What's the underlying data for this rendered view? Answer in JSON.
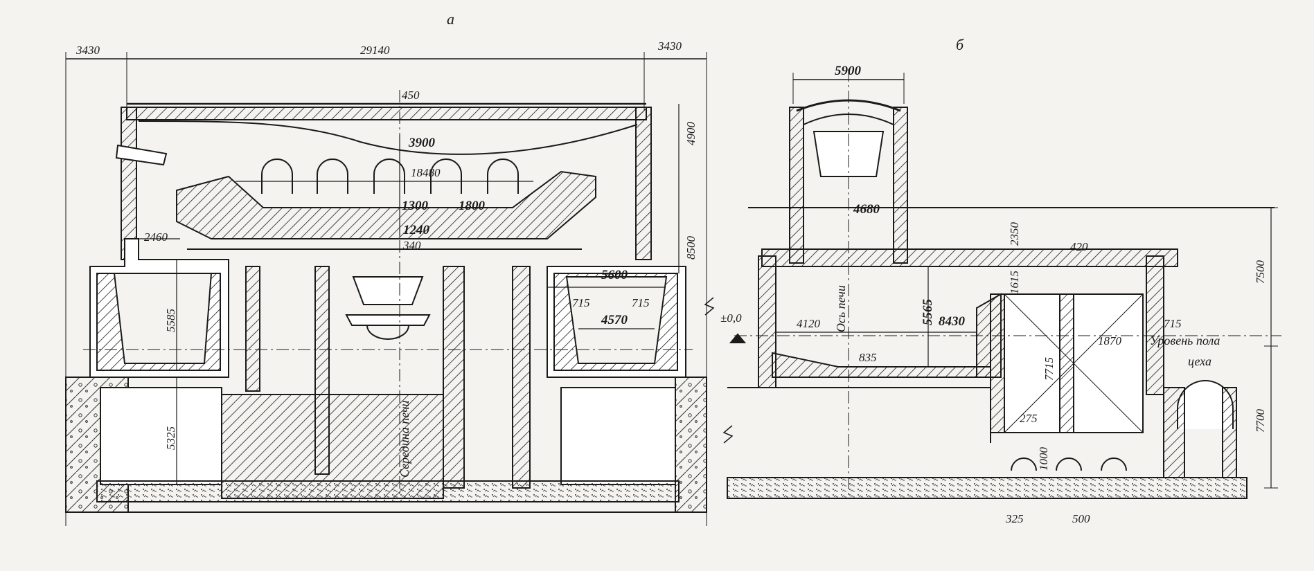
{
  "views": {
    "a": {
      "caption": "а",
      "overall_dims": [
        "3430",
        "29140",
        "3430"
      ],
      "dims": {
        "d450": "450",
        "d3900": "3900",
        "d18480": "18480",
        "d1300": "1300",
        "d1800": "1800",
        "d1240": "1240",
        "d340": "340",
        "d2460": "2460",
        "d4900": "4900",
        "d8500": "8500",
        "d5600": "5600",
        "d715a": "715",
        "d715b": "715",
        "d4570": "4570",
        "d5585": "5585",
        "d5325": "5325"
      },
      "label_middle": "Середина печи"
    },
    "b": {
      "caption": "б",
      "dims": {
        "d5900": "5900",
        "d4680": "4680",
        "d2350": "2350",
        "d420": "420",
        "d7500": "7500",
        "d1615": "1615",
        "d5565": "5565",
        "d8430": "8430",
        "d4120": "4120",
        "d715": "715",
        "d1870": "1870",
        "d835": "835",
        "d7715": "7715",
        "d275": "275",
        "d1000": "1000",
        "d7700": "7700",
        "d325": "325",
        "d500": "500",
        "d00": "±0,0"
      },
      "label_axis": "Ось печи",
      "label_floor_1": "Уровень пола",
      "label_floor_2": "цеха"
    }
  },
  "colors": {
    "ink": "#1a1a1a",
    "paper": "#f4f3f0"
  }
}
